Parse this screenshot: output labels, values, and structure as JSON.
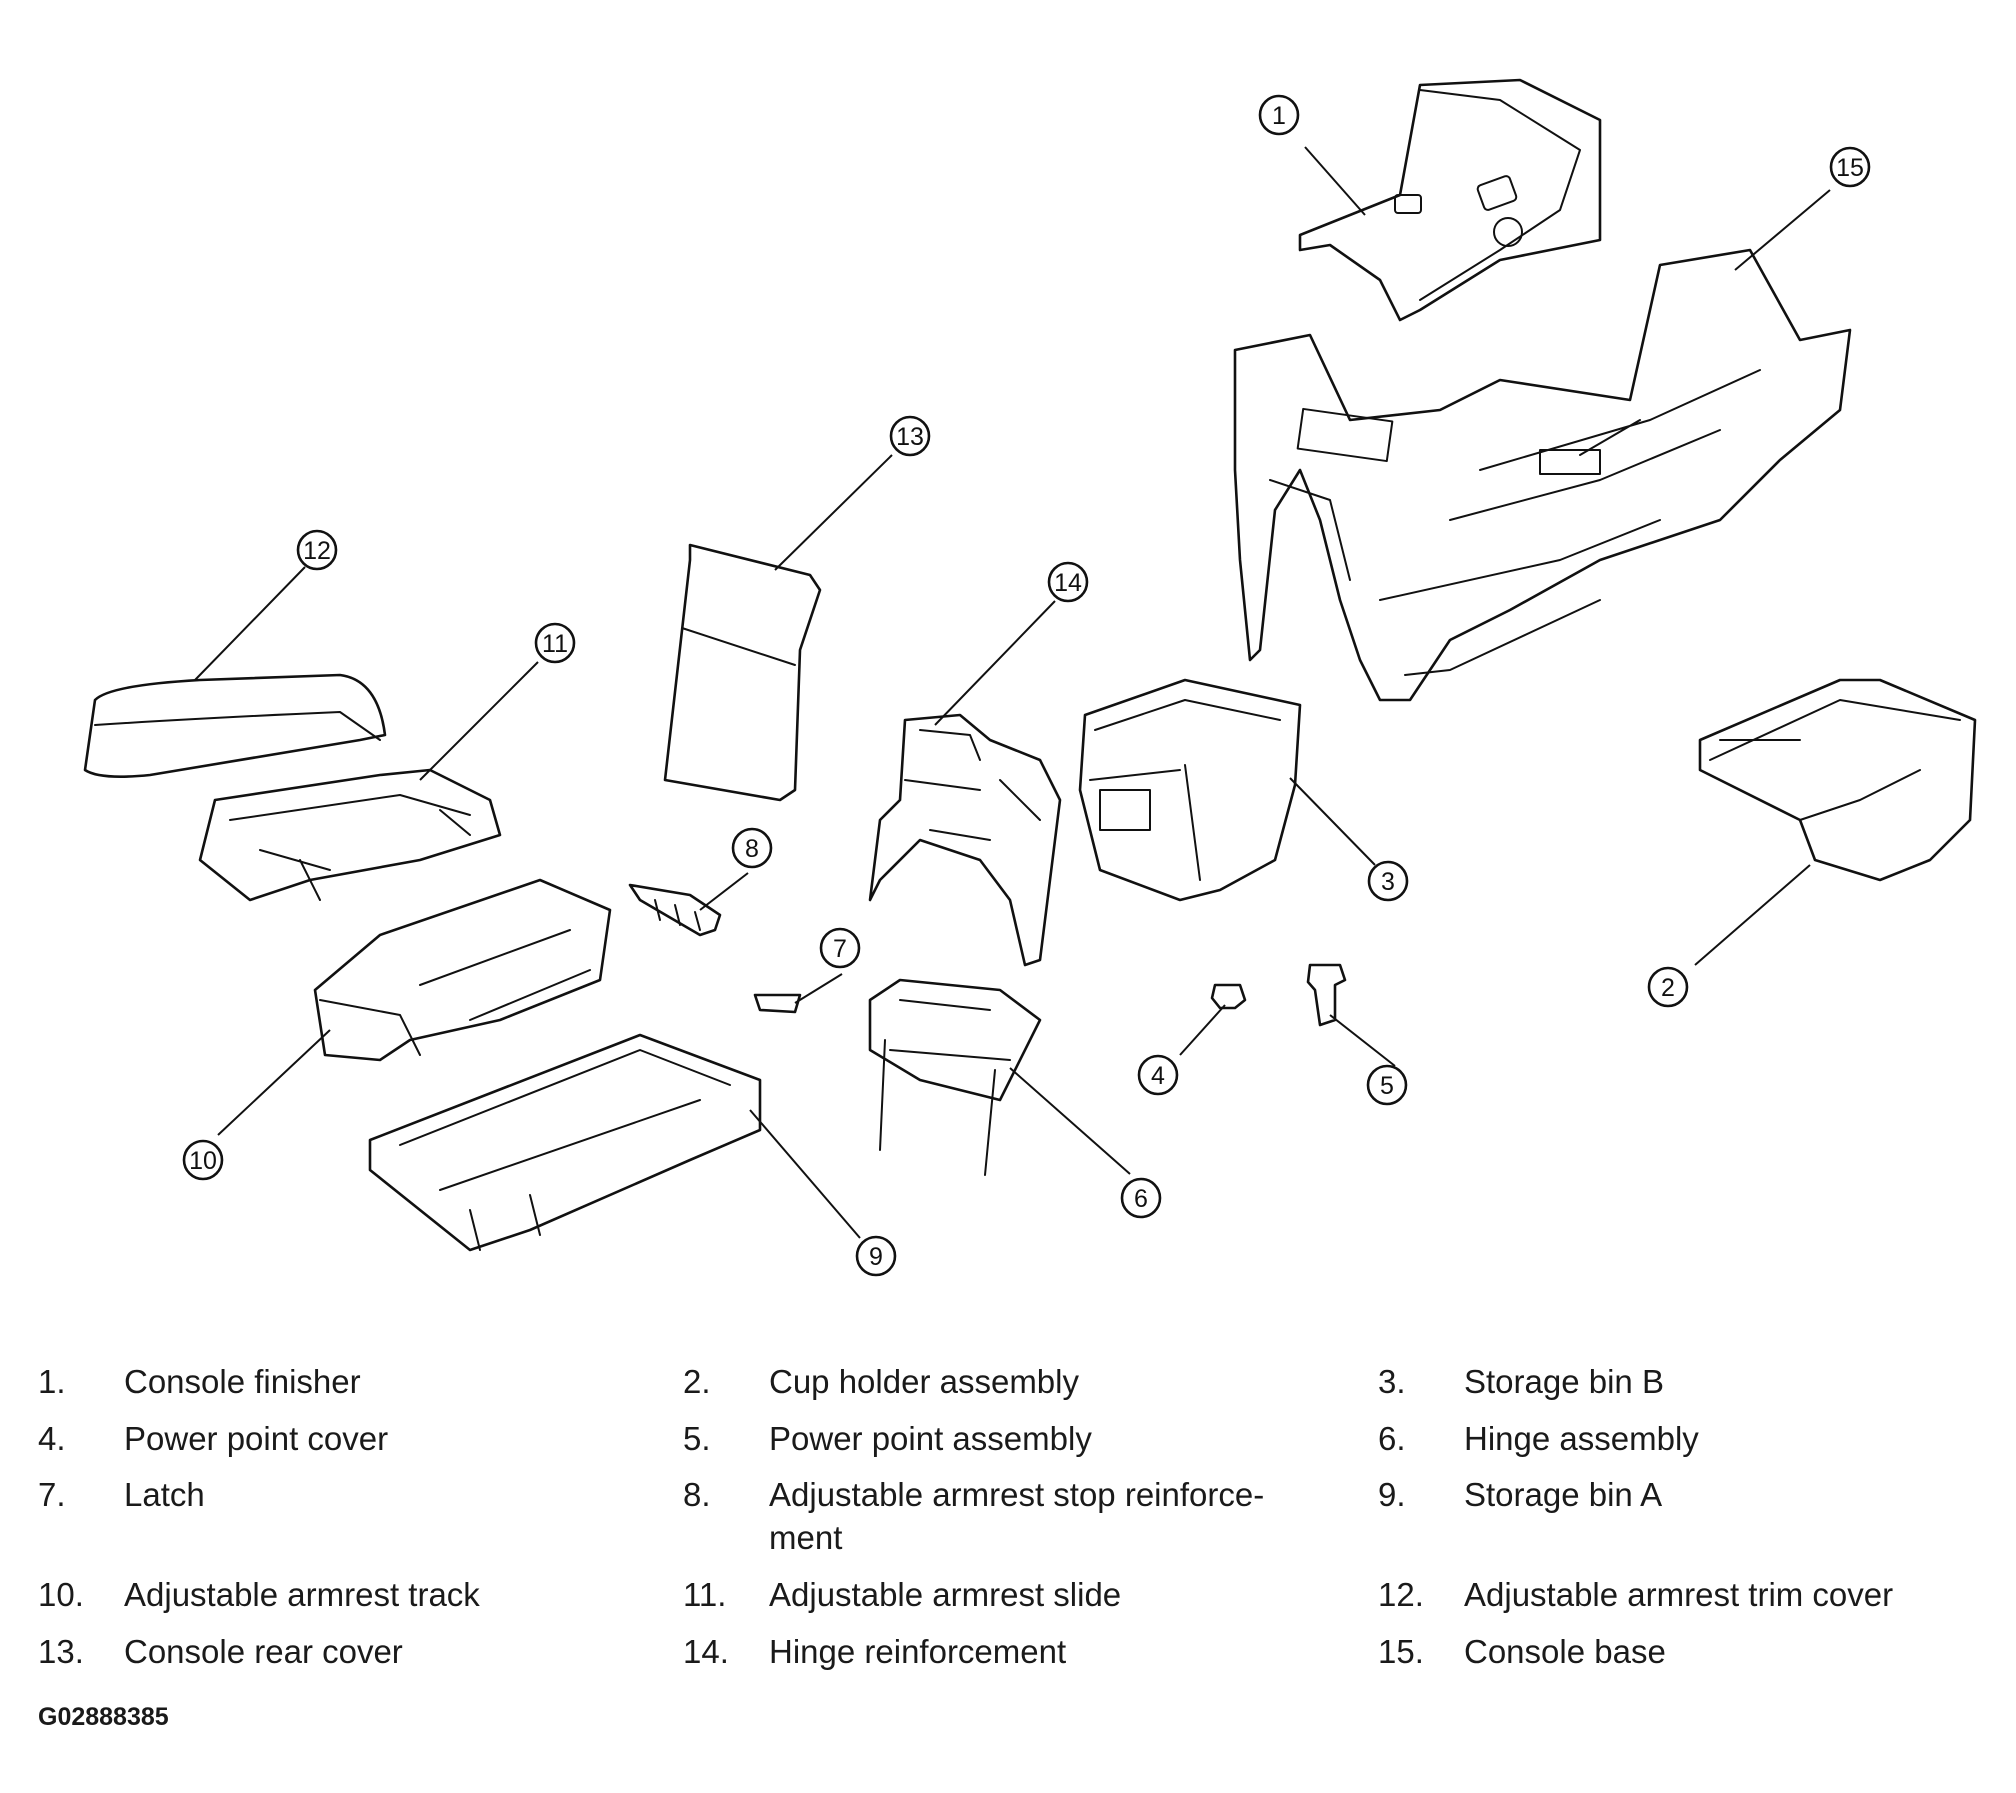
{
  "callouts": [
    "1",
    "2",
    "3",
    "4",
    "5",
    "6",
    "7",
    "8",
    "9",
    "10",
    "11",
    "12",
    "13",
    "14",
    "15"
  ],
  "legend": [
    {
      "num": "1.",
      "text": "Console finisher"
    },
    {
      "num": "2.",
      "text": "Cup holder assembly"
    },
    {
      "num": "3.",
      "text": "Storage bin B"
    },
    {
      "num": "4.",
      "text": "Power point cover"
    },
    {
      "num": "5.",
      "text": "Power point assembly"
    },
    {
      "num": "6.",
      "text": "Hinge assembly"
    },
    {
      "num": "7.",
      "text": "Latch"
    },
    {
      "num": "8.",
      "text": "Adjustable armrest stop reinforce-\nment"
    },
    {
      "num": "9.",
      "text": "Storage bin A"
    },
    {
      "num": "10.",
      "text": "Adjustable armrest track"
    },
    {
      "num": "11.",
      "text": "Adjustable armrest slide"
    },
    {
      "num": "12.",
      "text": "Adjustable armrest trim cover"
    },
    {
      "num": "13.",
      "text": "Console rear cover"
    },
    {
      "num": "14.",
      "text": "Hinge reinforcement"
    },
    {
      "num": "15.",
      "text": "Console base"
    }
  ],
  "figure_id": "G02888385"
}
